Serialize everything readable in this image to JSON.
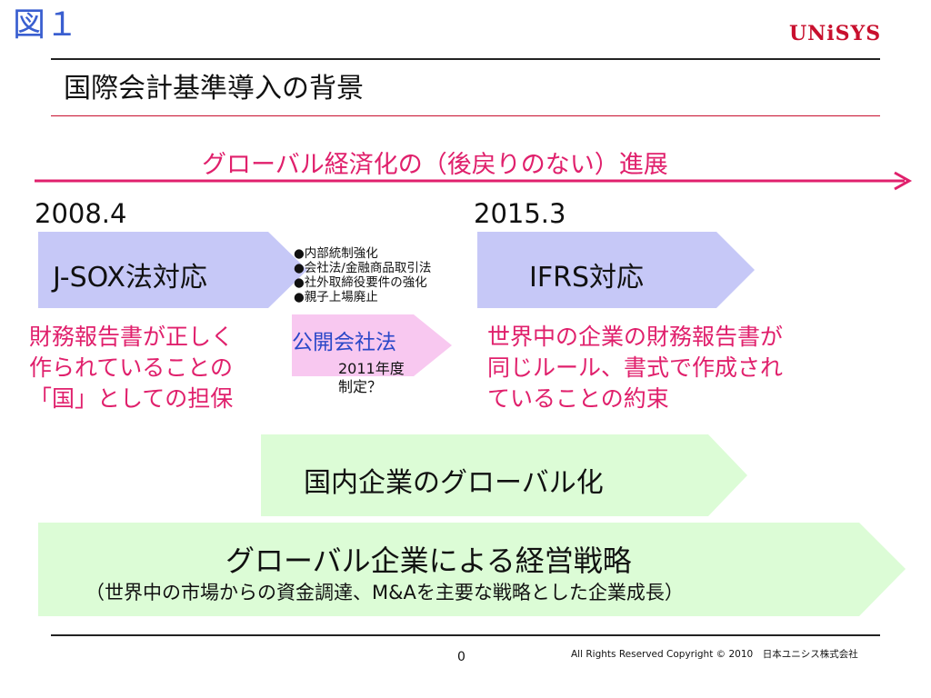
{
  "header": {
    "figure_label": "図１",
    "logo_text": "UNiSYS",
    "title": "国際会計基準導入の背景"
  },
  "banner": {
    "text": "グローバル経済化の（後戻りのない）進展"
  },
  "timeline": {
    "date_left": "2008.4",
    "date_right": "2015.3"
  },
  "arrows": {
    "jsox": "J-SOX法対応",
    "ifrs": "IFRS対応",
    "domestic": "国内企業のグローバル化",
    "global_strategy": "グローバル企業による経営戦略",
    "global_strategy_sub": "（世界中の市場からの資金調達、M&Aを主要な戦略とした企業成長）"
  },
  "company_act": {
    "label": "公開会社法",
    "date_line1": "2011年度",
    "date_line2": "制定？",
    "bullets": [
      "●内部統制強化",
      "●会社法/金融商品取引法",
      "●社外取締役要件の強化",
      "●親子上場廃止"
    ]
  },
  "notes": {
    "left": [
      "財務報告書が正しく",
      "作られていることの",
      "「国」としての担保"
    ],
    "right": [
      "世界中の企業の財務報告書が",
      "同じルール、書式で作成され",
      "ていることの約束"
    ]
  },
  "footer": {
    "page": "0",
    "copyright": "All Rights Reserved Copyright © 2010　日本ユニシス株式会社"
  },
  "colors": {
    "banner": "#e0206c",
    "jsox_fill": "#c6c8f7",
    "ifrs_fill": "#c6c8f7",
    "act_fill": "#f8c8f0",
    "green_fill": "#dcfcd6",
    "logo": "#c8102e",
    "figure_label": "#3a5fd0"
  }
}
